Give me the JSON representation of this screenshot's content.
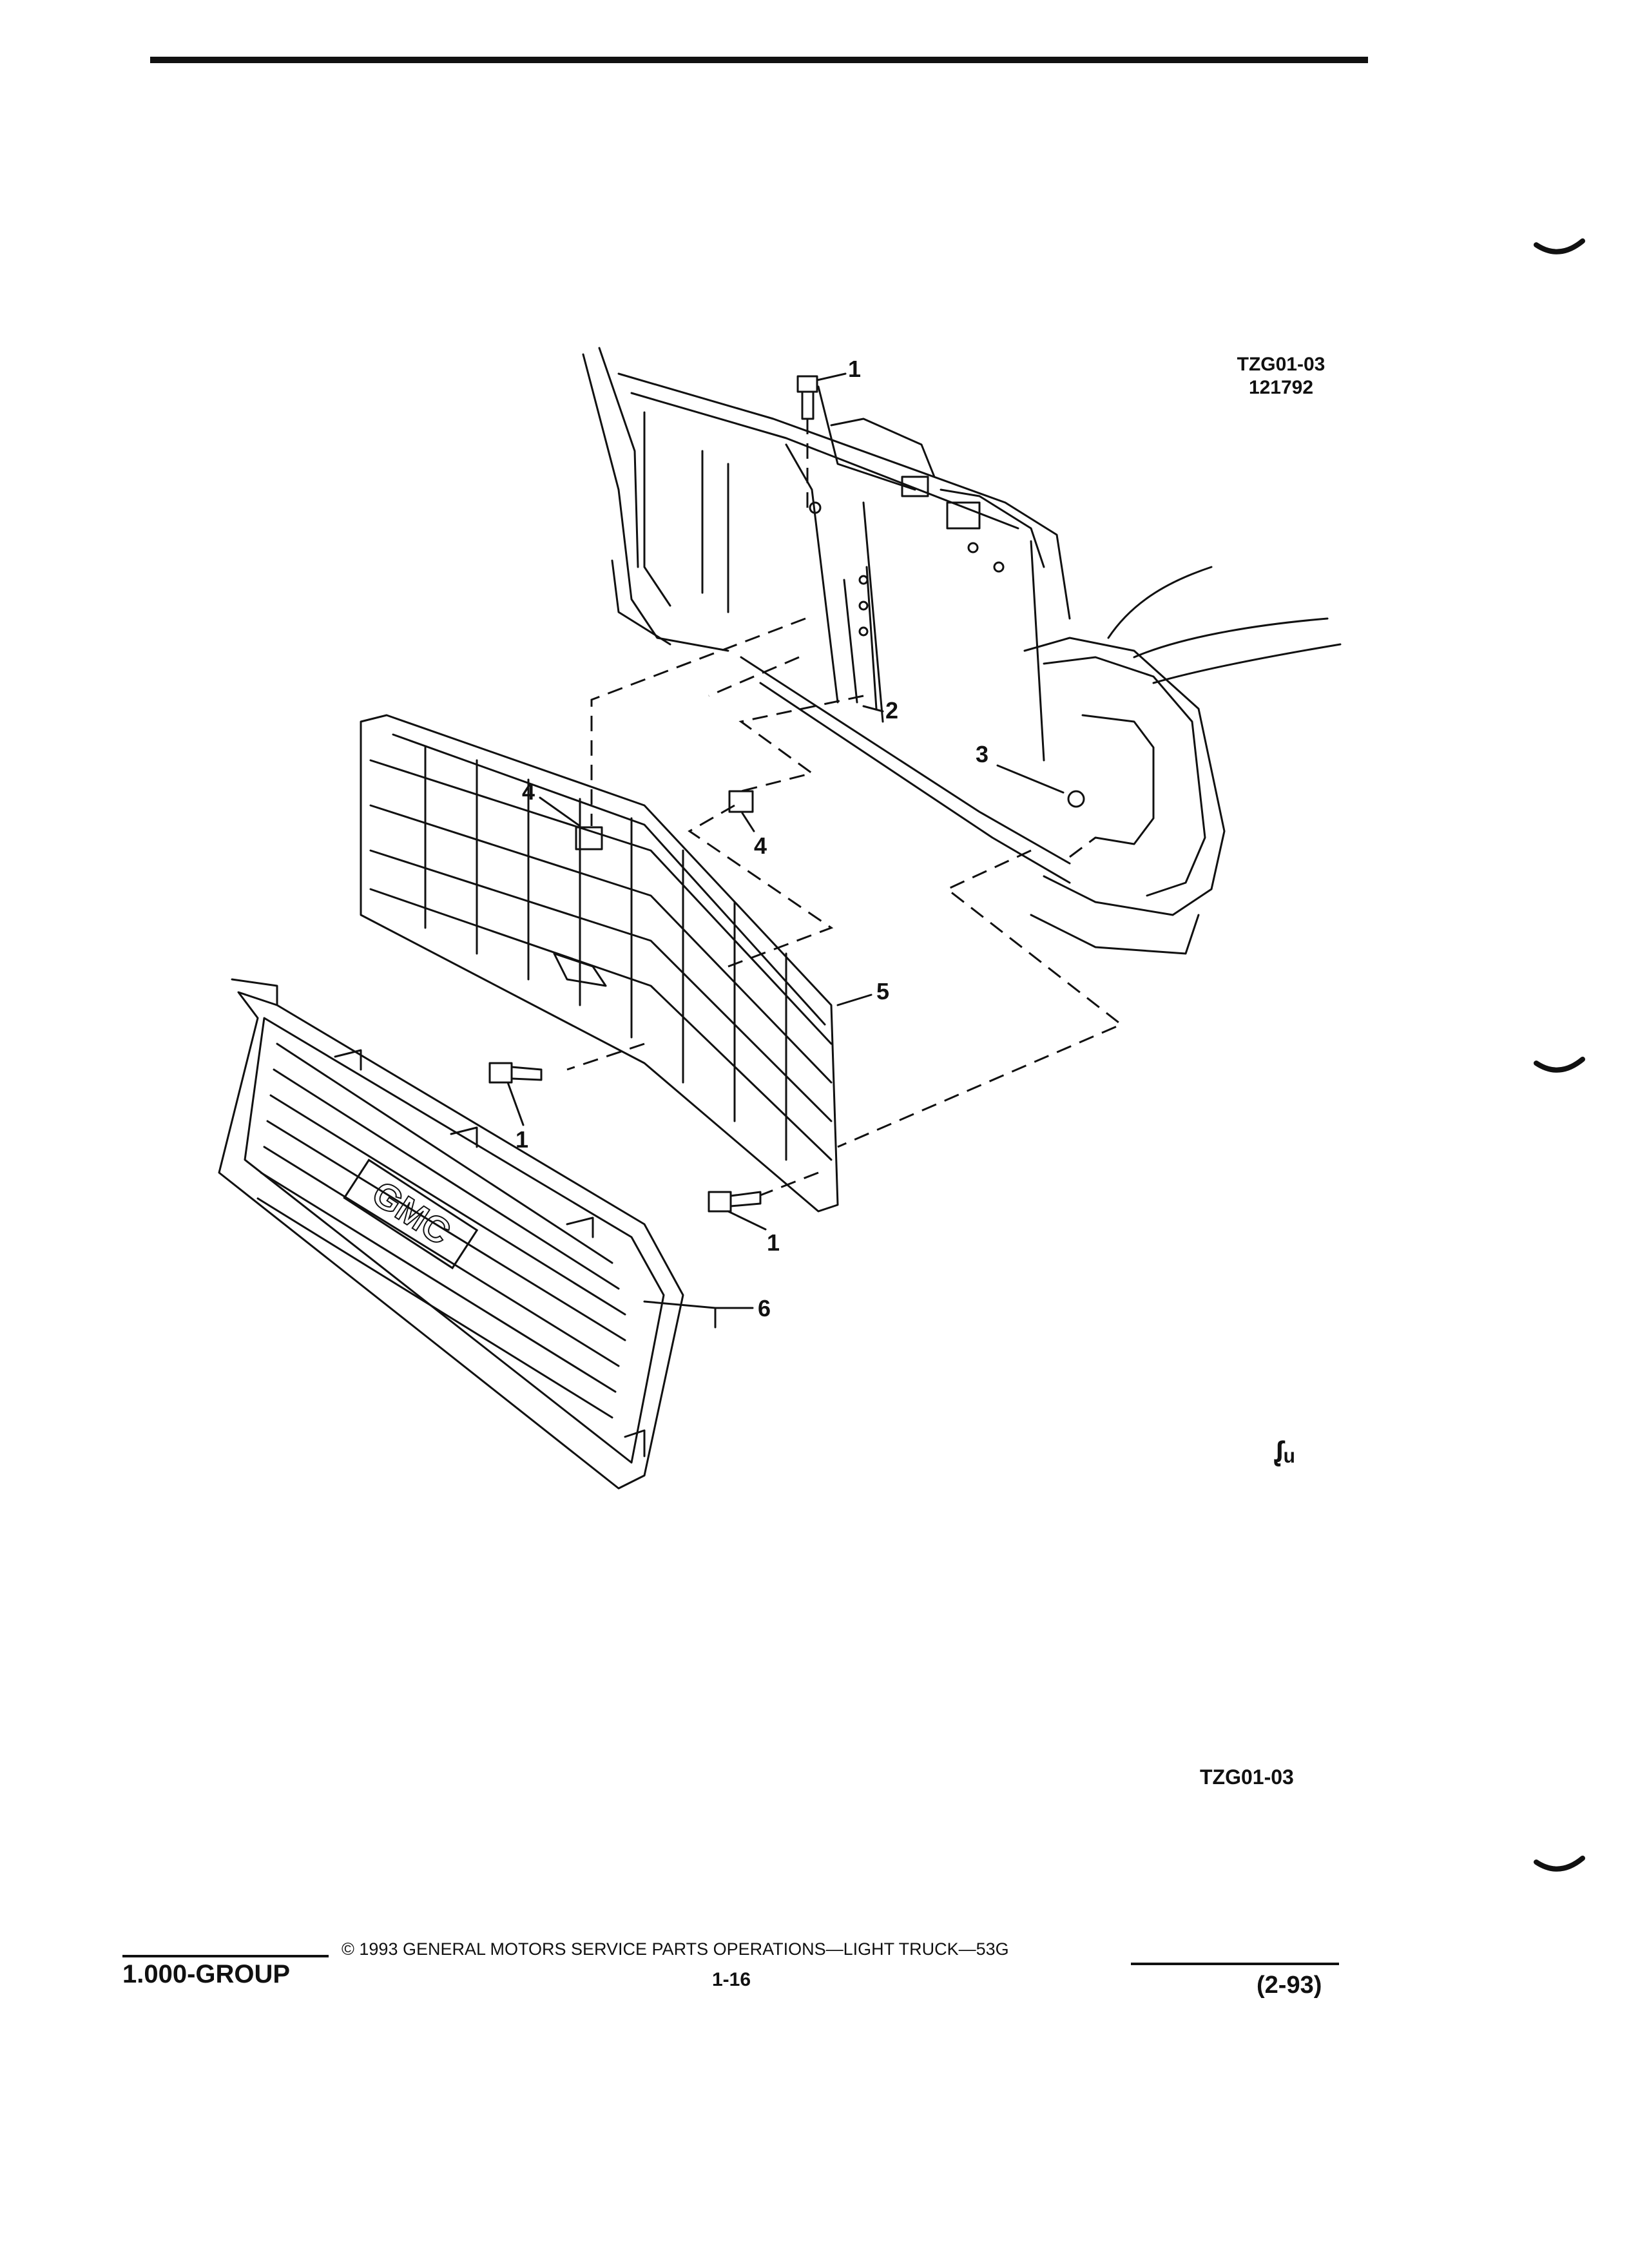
{
  "diagram": {
    "ref_code": "TZG01-03",
    "ref_date": "121792",
    "bottom_code": "TZG01-03",
    "callouts": {
      "c1_top": "1",
      "c2": "2",
      "c3": "3",
      "c4_left": "4",
      "c4_mid": "4",
      "c5": "5",
      "c1_left": "1",
      "c1_right": "1",
      "c6": "6"
    },
    "grille_logo": "GMC",
    "mark_symbol": "ᶘᵤ"
  },
  "footer": {
    "group": "1.000-GROUP",
    "copyright": "© 1993  GENERAL MOTORS SERVICE PARTS OPERATIONS—LIGHT TRUCK—53G",
    "page": "1-16",
    "date": "(2-93)"
  }
}
